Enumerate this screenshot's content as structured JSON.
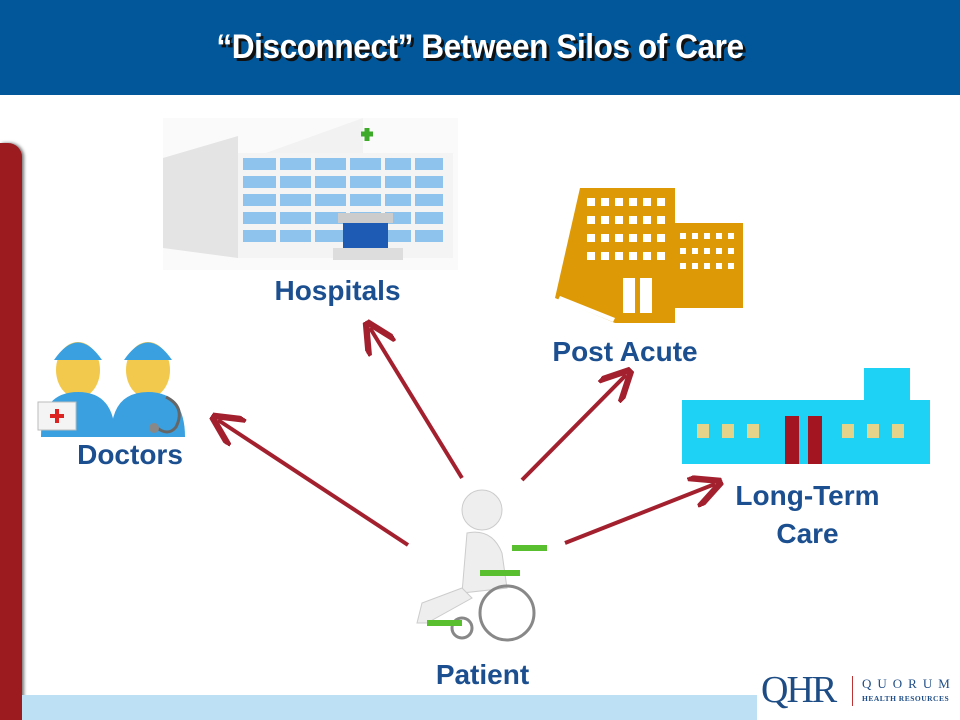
{
  "header": {
    "title": "“Disconnect” Between Silos of Care"
  },
  "nodes": {
    "hospitals": "Hospitals",
    "post_acute": "Post Acute",
    "doctors": "Doctors",
    "long_term_care_line1": "Long-Term",
    "long_term_care_line2": "Care",
    "patient": "Patient"
  },
  "logo": {
    "mark": "QHR",
    "name": "QUORUM",
    "subtitle": "HEALTH RESOURCES"
  },
  "colors": {
    "header": "#02579A",
    "arrow": "#A3212F",
    "label": "#1B4F8F",
    "accent_bar": "#9B1B1F"
  }
}
